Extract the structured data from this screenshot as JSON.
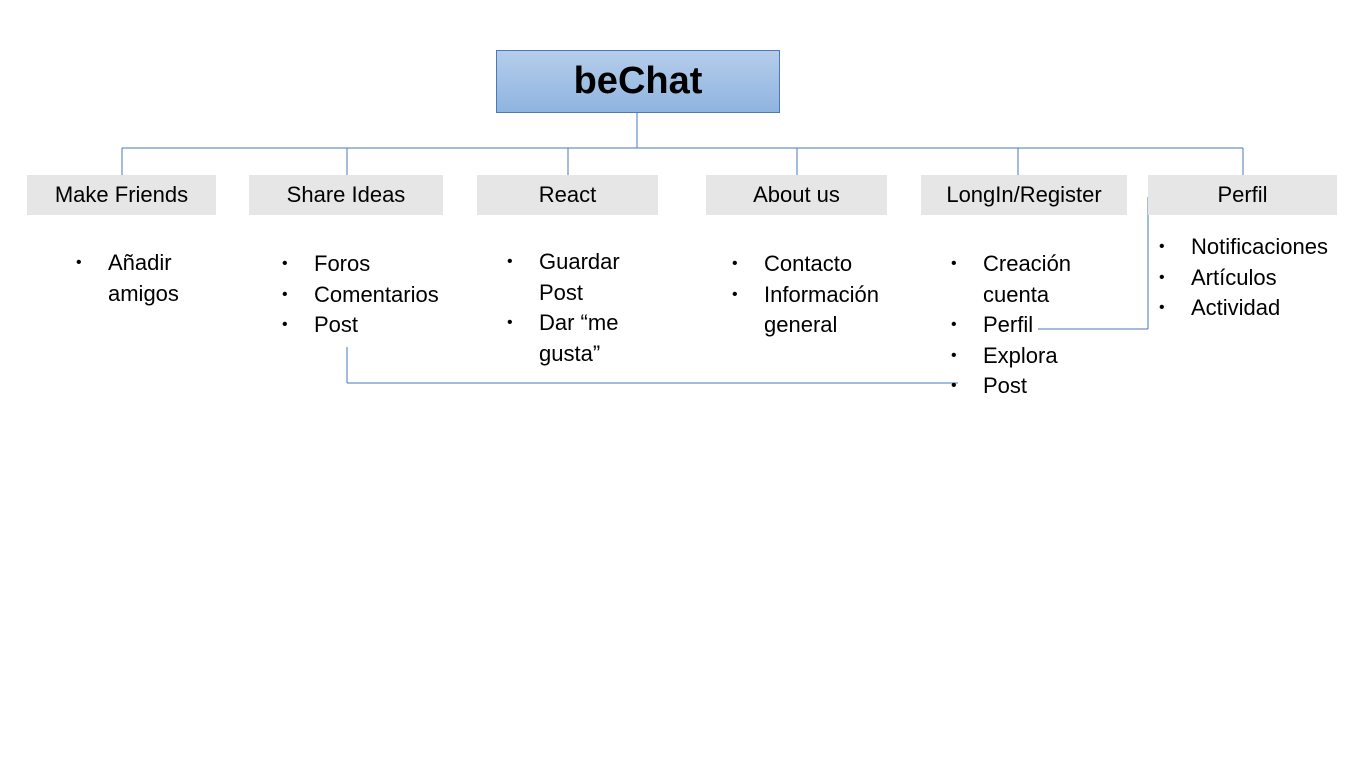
{
  "root": {
    "label": "beChat"
  },
  "categories": [
    {
      "label": "Make Friends",
      "items": [
        "Añadir amigos"
      ]
    },
    {
      "label": "Share Ideas",
      "items": [
        "Foros",
        "Comentarios",
        "Post"
      ]
    },
    {
      "label": "React",
      "items": [
        "Guardar Post",
        "Dar “me gusta”"
      ]
    },
    {
      "label": "About us",
      "items": [
        "Contacto",
        "Información general"
      ]
    },
    {
      "label": "LongIn/Register",
      "items": [
        "Creación cuenta",
        "Perfil",
        "Explora",
        "Post"
      ]
    },
    {
      "label": "Perfil",
      "items": [
        "Notificaciones",
        "Artículos",
        "Actividad"
      ]
    }
  ],
  "colors": {
    "connector": "#4a78b8",
    "root_fill": "#9dbde5",
    "category_fill": "#e6e6e6"
  }
}
